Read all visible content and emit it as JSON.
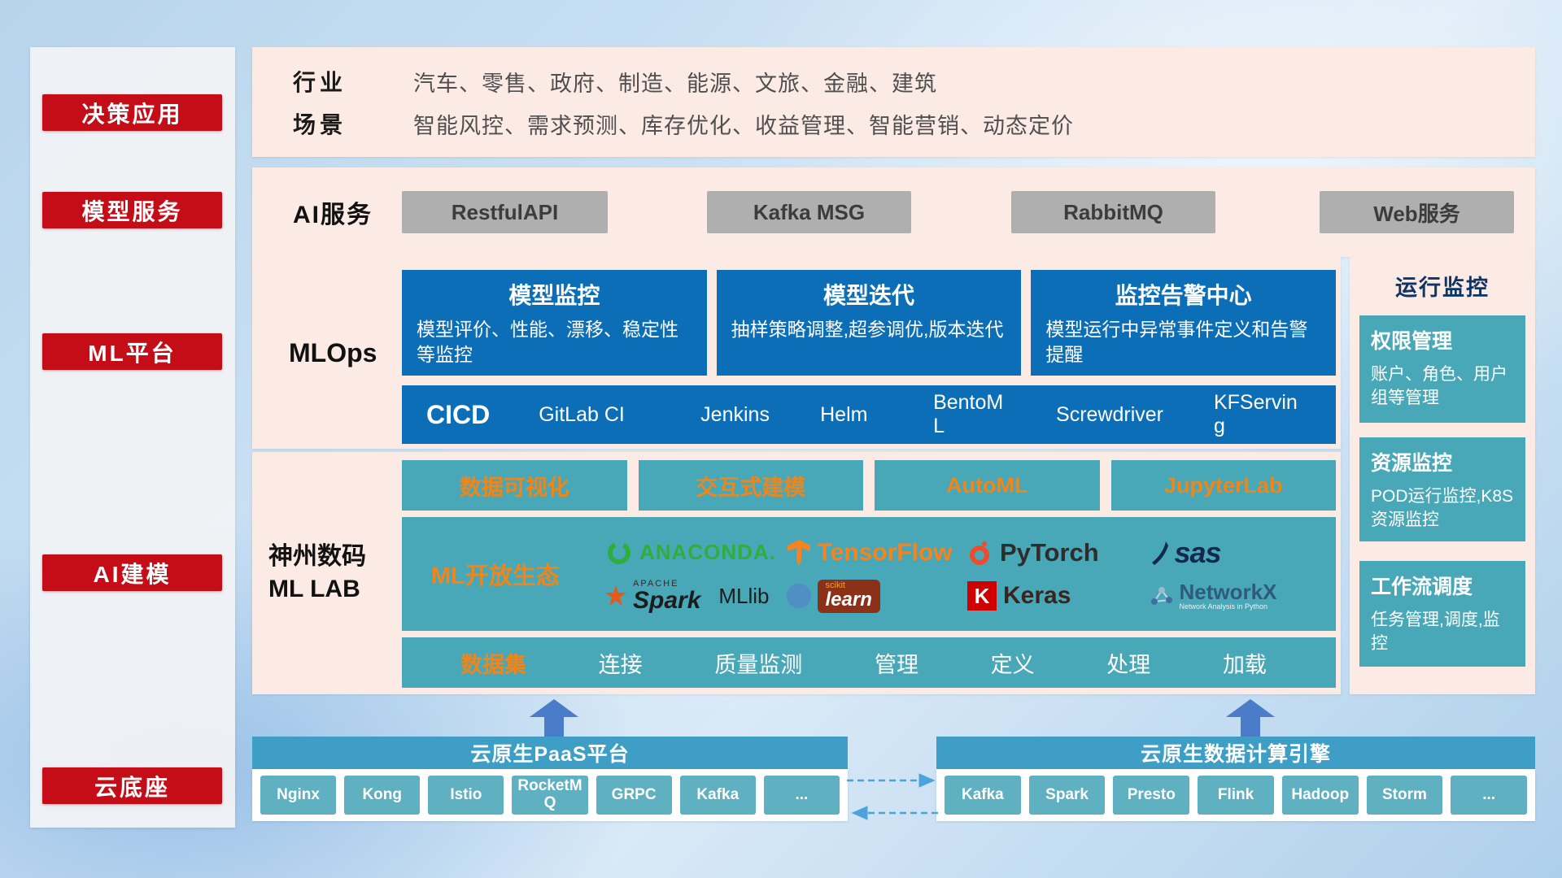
{
  "sidebar": {
    "items": [
      "决策应用",
      "模型服务",
      "ML平台",
      "AI建模",
      "云底座"
    ]
  },
  "industry": {
    "rows": [
      {
        "label": "行业",
        "value": "汽车、零售、政府、制造、能源、文旅、金融、建筑"
      },
      {
        "label": "场景",
        "value": "智能风控、需求预测、库存优化、收益管理、智能营销、动态定价"
      }
    ]
  },
  "ai_service": {
    "label": "AI服务",
    "buttons": [
      "RestfulAPI",
      "Kafka MSG",
      "RabbitMQ",
      "Web服务"
    ]
  },
  "mlops": {
    "label": "MLOps",
    "cards": [
      {
        "title": "模型监控",
        "desc": "模型评价、性能、漂移、稳定性等监控"
      },
      {
        "title": "模型迭代",
        "desc": "抽样策略调整,超参调优,版本迭代"
      },
      {
        "title": "监控告警中心",
        "desc": "模型运行中异常事件定义和告警提醒"
      }
    ],
    "cicd_label": "CICD",
    "cicd_items": [
      "GitLab CI",
      "Jenkins",
      "Helm",
      "BentoML",
      "Screwdriver",
      "KFServing"
    ]
  },
  "mllab": {
    "label_line1": "神州数码",
    "label_line2": "ML LAB",
    "tools": [
      "数据可视化",
      "交互式建模",
      "AutoML",
      "JupyterLab"
    ],
    "ecosystem_label": "ML开放生态",
    "logos": {
      "anaconda": "ANACONDA.",
      "tensorflow": "TensorFlow",
      "pytorch": "PyTorch",
      "sas": "sas",
      "spark_top": "APACHE",
      "spark": "Spark",
      "mllib": "MLlib",
      "scikit_top": "scikit",
      "scikit": "learn",
      "keras_badge": "K",
      "keras": "Keras",
      "networkx": "NetworkX",
      "networkx_sub": "Network Analysis in Python"
    },
    "dataset_label": "数据集",
    "dataset_items": [
      "连接",
      "质量监测",
      "管理",
      "定义",
      "处理",
      "加载"
    ]
  },
  "monitoring": {
    "title": "运行监控",
    "cards": [
      {
        "title": "权限管理",
        "desc": "账户、角色、用户组等管理"
      },
      {
        "title": "资源监控",
        "desc": "POD运行监控,K8S资源监控"
      },
      {
        "title": "工作流调度",
        "desc": "任务管理,调度,监控"
      }
    ]
  },
  "foundation": {
    "paas": {
      "title": "云原生PaaS平台",
      "items": [
        "Nginx",
        "Kong",
        "Istio",
        "RocketMQ",
        "GRPC",
        "Kafka",
        "..."
      ]
    },
    "engine": {
      "title": "云原生数据计算引擎",
      "items": [
        "Kafka",
        "Spark",
        "Presto",
        "Flink",
        "Hadoop",
        "Storm",
        "..."
      ]
    }
  },
  "colors": {
    "accent_red": "#c40d17",
    "panel_pink": "#fcebe5",
    "card_blue": "#0d6eb8",
    "teal": "#49a8b8",
    "orange": "#f08619",
    "bar_blue": "#3f9ec6",
    "button_gray": "#b0afaf"
  }
}
